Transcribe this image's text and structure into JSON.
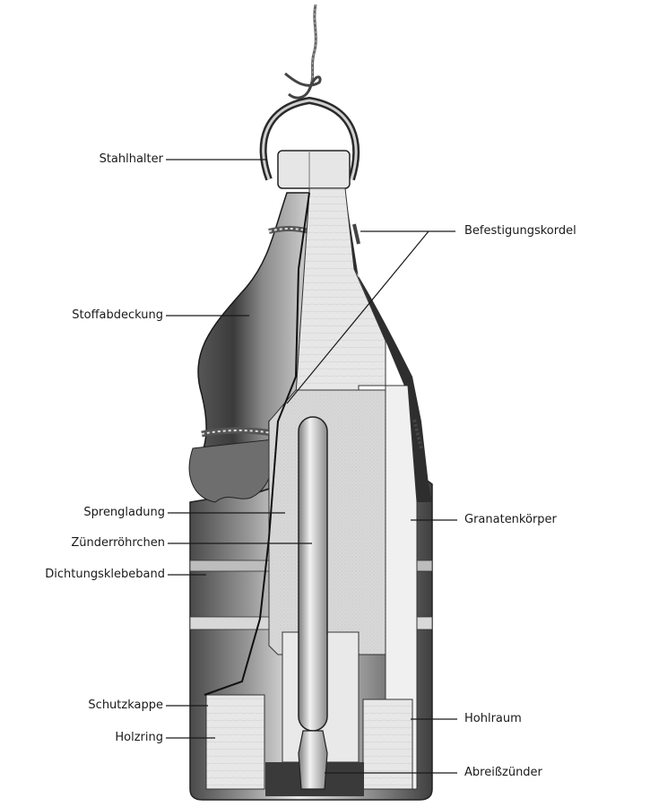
{
  "labels": {
    "stahlhalter": "Stahlhalter",
    "stoffabdeckung": "Stoffabdeckung",
    "sprengladung": "Sprengladung",
    "zuenderroehrchen": "Zünderröhrchen",
    "dichtungsklebeband": "Dichtungsklebeband",
    "schutzkappe": "Schutzkappe",
    "holzring": "Holzring",
    "befestigungskordel": "Befestigungskordel",
    "granatenkoerper": "Granatenkörper",
    "hohlraum": "Hohlraum",
    "abreisszuender": "Abreißzünder"
  }
}
